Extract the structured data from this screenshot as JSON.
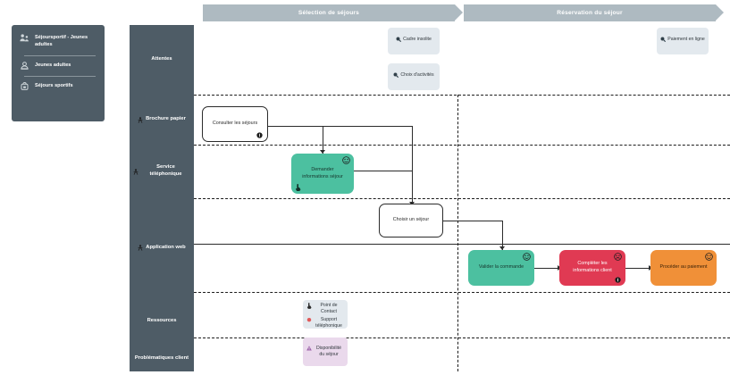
{
  "legend": {
    "items": [
      {
        "icon": "persona-group-icon",
        "label": "Séjoursportif - Jeunes adultes"
      },
      {
        "icon": "persona-user-icon",
        "label": "Jeunes adultes"
      },
      {
        "icon": "backpack-icon",
        "label": "Séjours sportifs"
      }
    ]
  },
  "phases": [
    {
      "label": "Sélection de séjours"
    },
    {
      "label": "Réservation du séjour"
    }
  ],
  "lanes": [
    {
      "id": "attentes",
      "label": "Attentes",
      "icon": ""
    },
    {
      "id": "brochure-papier",
      "label": "Brochure papier",
      "icon": "channel-icon"
    },
    {
      "id": "service-telephonique",
      "label": "Service téléphonique",
      "icon": "channel-icon"
    },
    {
      "id": "application-web",
      "label": "Application web",
      "icon": "channel-icon"
    },
    {
      "id": "ressources",
      "label": "Ressources",
      "icon": ""
    },
    {
      "id": "problematiques-client",
      "label": "Problématiques client",
      "icon": ""
    }
  ],
  "notes": [
    {
      "id": "cadre-insolite",
      "lane": "attentes",
      "icon": "search-icon",
      "label": "Cadre insolite",
      "color": "#e3e9ee"
    },
    {
      "id": "choix-activites",
      "lane": "attentes",
      "icon": "search-icon",
      "label": "Choix d'activités",
      "color": "#e3e9ee"
    },
    {
      "id": "paiement-en-ligne",
      "lane": "attentes",
      "icon": "search-icon",
      "label": "Paiement en ligne",
      "color": "#e3e9ee"
    },
    {
      "id": "point-de-contact",
      "lane": "ressources",
      "icon": "hand-pointer-icon",
      "label": "Point de Contact",
      "color": "#e3e9ee"
    },
    {
      "id": "support-telephonique",
      "lane": "ressources",
      "icon": "circle-red-icon",
      "label": "Support téléphonique",
      "color": "#e3e9ee"
    },
    {
      "id": "disponibilite-du-sejour",
      "lane": "problematiques-client",
      "icon": "warning-icon",
      "label": "Disponibilité du séjour",
      "color": "#ead9ec"
    }
  ],
  "steps": [
    {
      "id": "consulter-les-sejours",
      "label": "Consulter les séjours",
      "lane": "brochure-papier",
      "color": "#ffffff",
      "badges": [
        {
          "position": "br",
          "icon": "contact-point-icon"
        }
      ]
    },
    {
      "id": "demander-informations-sejour",
      "label": "Demander informations séjour",
      "lane": "service-telephonique",
      "color": "#4cc0a0",
      "badges": [
        {
          "position": "tr",
          "icon": "emotion-happy-icon"
        },
        {
          "position": "bl",
          "icon": "hand-pointer-icon"
        }
      ]
    },
    {
      "id": "choisir-un-sejour",
      "label": "Choisir un séjour",
      "lane": "service-telephonique",
      "color": "#ffffff",
      "badges": []
    },
    {
      "id": "valider-la-commande",
      "label": "Valider la commande",
      "lane": "application-web",
      "color": "#4cc0a0",
      "badges": [
        {
          "position": "tr",
          "icon": "emotion-happy-icon"
        }
      ]
    },
    {
      "id": "completer-les-informations-client",
      "label": "Compléter les informations client",
      "lane": "application-web",
      "color": "#e03a53",
      "badges": [
        {
          "position": "tr",
          "icon": "emotion-sad-icon"
        },
        {
          "position": "br",
          "icon": "contact-point-icon"
        }
      ]
    },
    {
      "id": "proceder-au-paiement",
      "label": "Procéder au paiement",
      "lane": "application-web",
      "color": "#f09038",
      "badges": [
        {
          "position": "tr",
          "icon": "emotion-happy-icon"
        }
      ]
    }
  ],
  "colors": {
    "lane_header_bg": "#4e5c66",
    "phase_bg": "#aebac1",
    "green": "#4cc0a0",
    "red": "#e03a53",
    "orange": "#f09038",
    "note_blue": "#e3e9ee",
    "note_purple": "#ead9ec"
  }
}
